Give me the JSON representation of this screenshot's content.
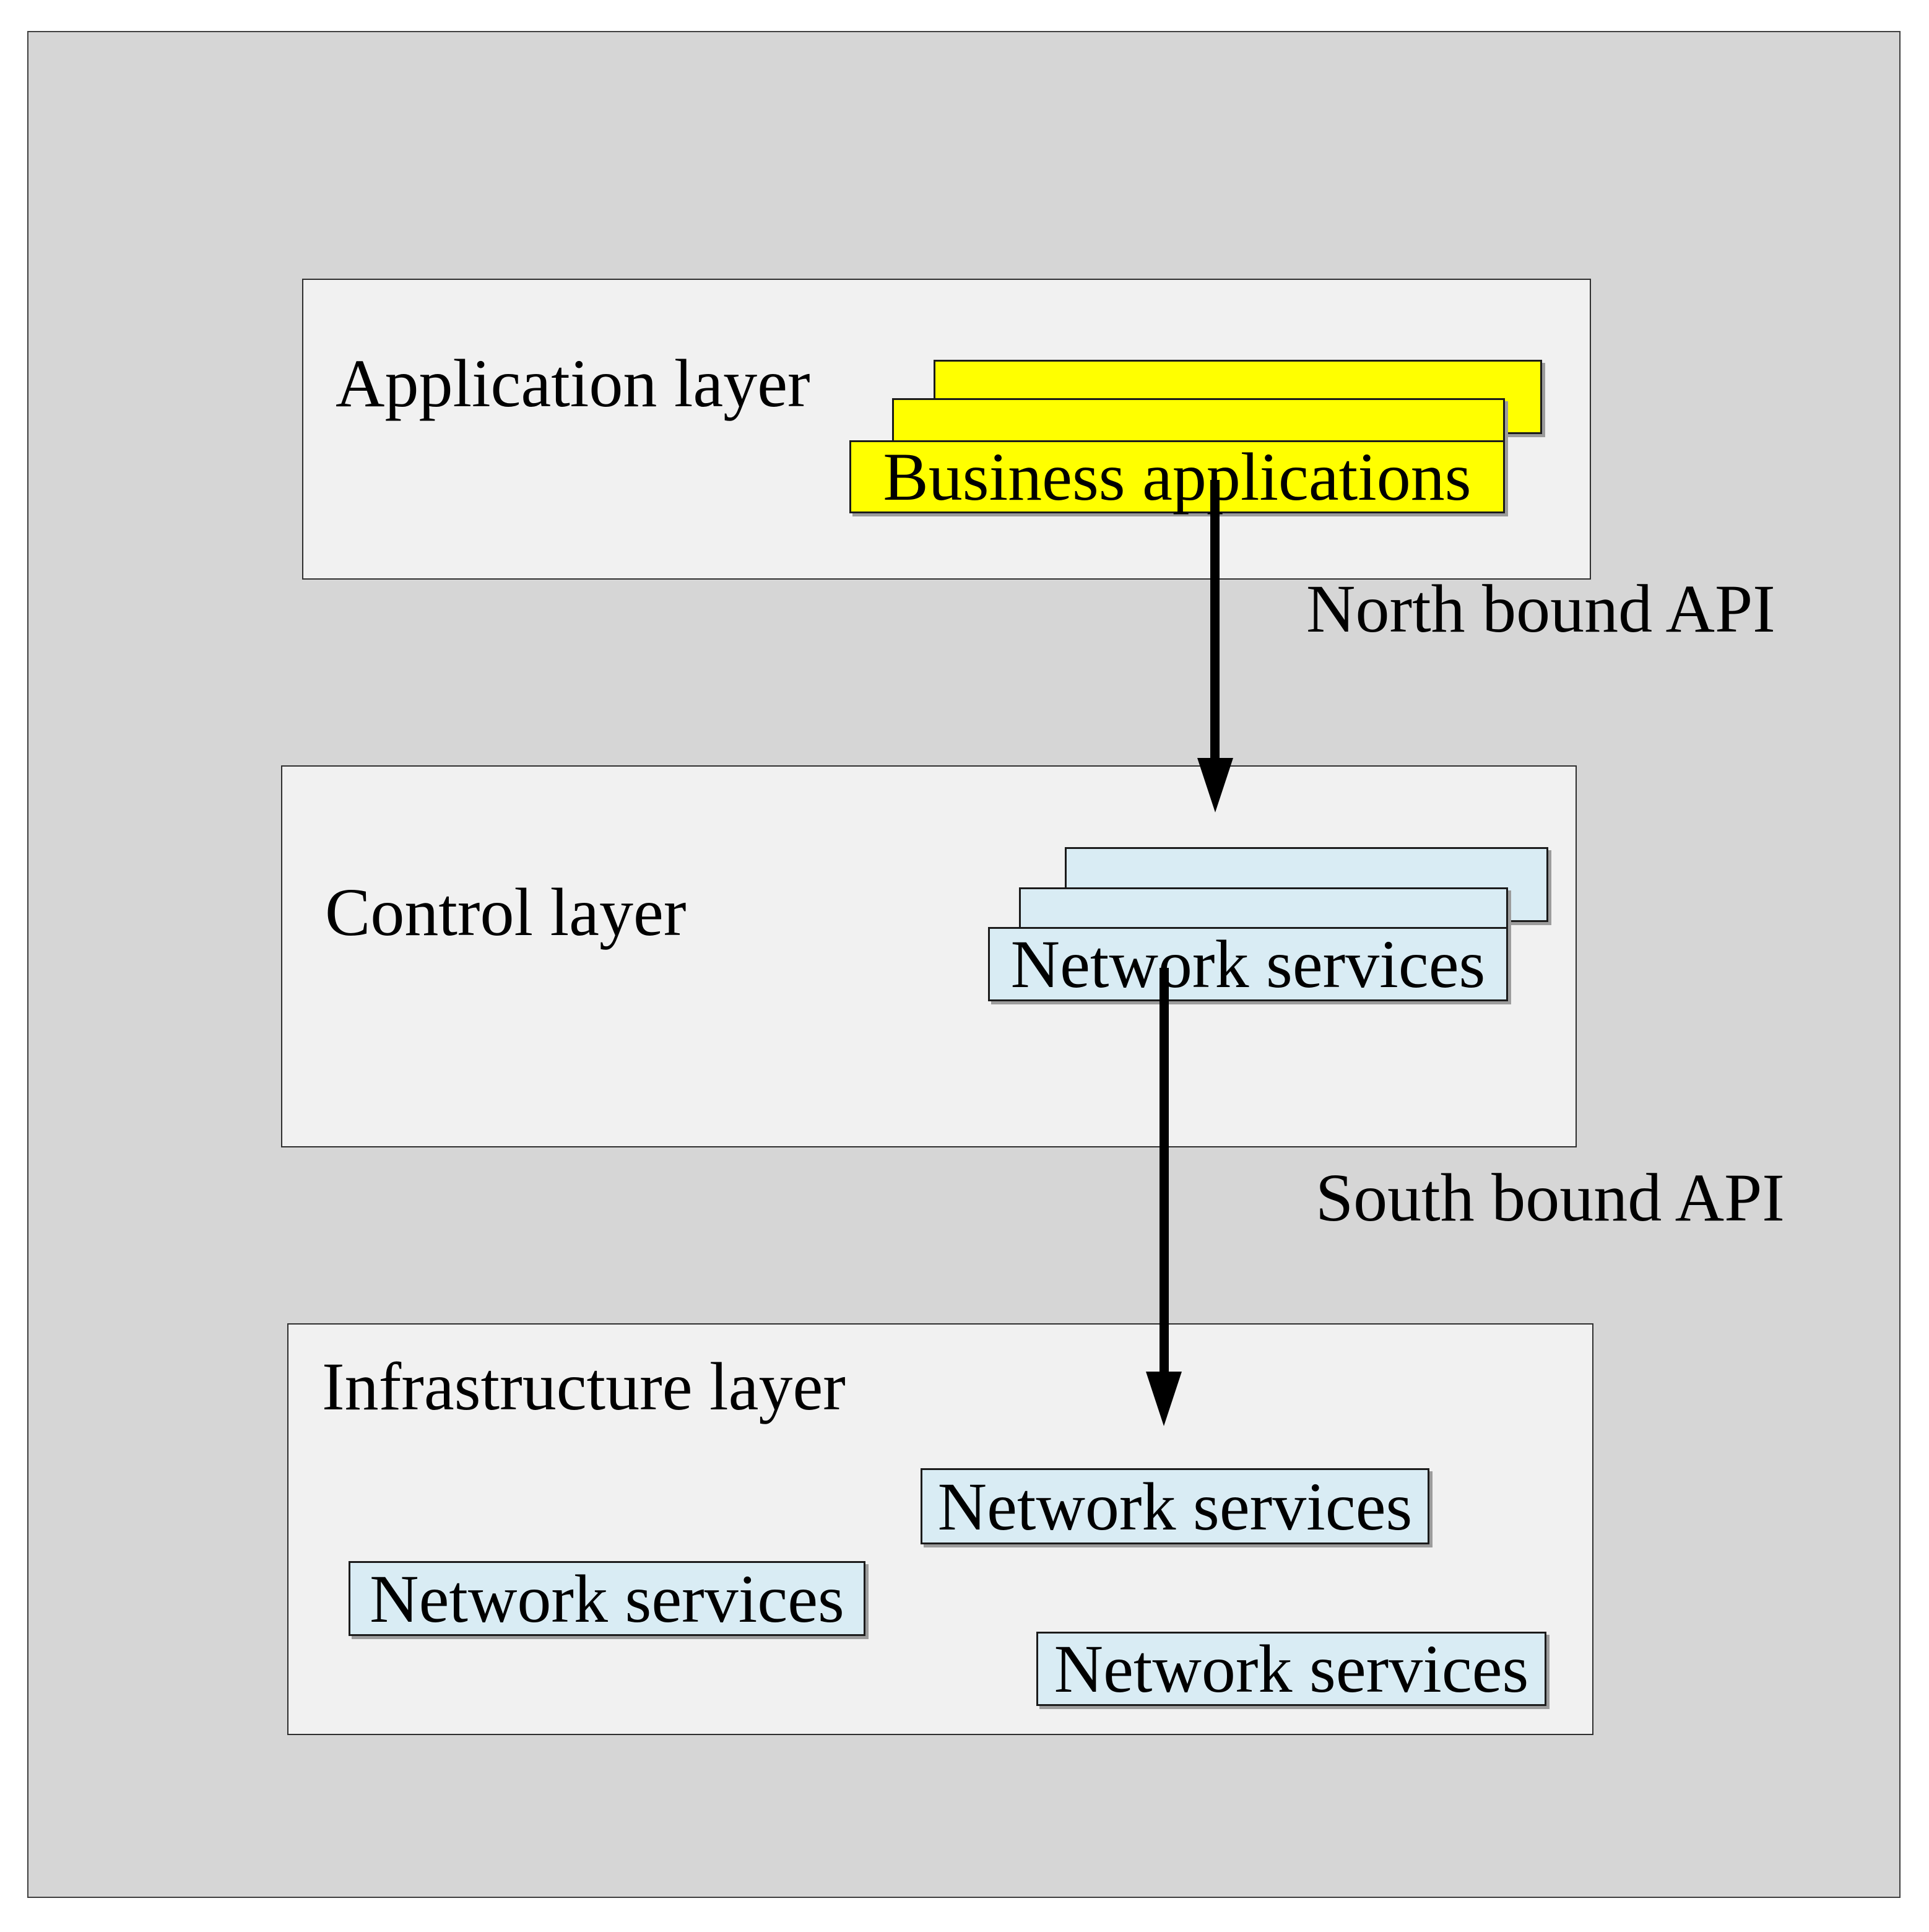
{
  "layers": {
    "application": {
      "label": "Application layer",
      "box_label": "Business applications"
    },
    "control": {
      "label": "Control layer",
      "box_label": "Network services"
    },
    "infrastructure": {
      "label": "Infrastructure layer",
      "boxes": [
        "Network services",
        "Network services",
        "Network services"
      ]
    }
  },
  "arrows": {
    "north_label": "North bound API",
    "south_label": "South bound API"
  },
  "colors": {
    "canvas_bg": "#ffffff",
    "outer_bg": "#d6d6d6",
    "panel_bg": "#f1f1f1",
    "app_box_fill": "#ffff00",
    "service_box_fill": "#d9ecf4",
    "arrow": "#000000",
    "shadow": "#9c9c9c"
  }
}
